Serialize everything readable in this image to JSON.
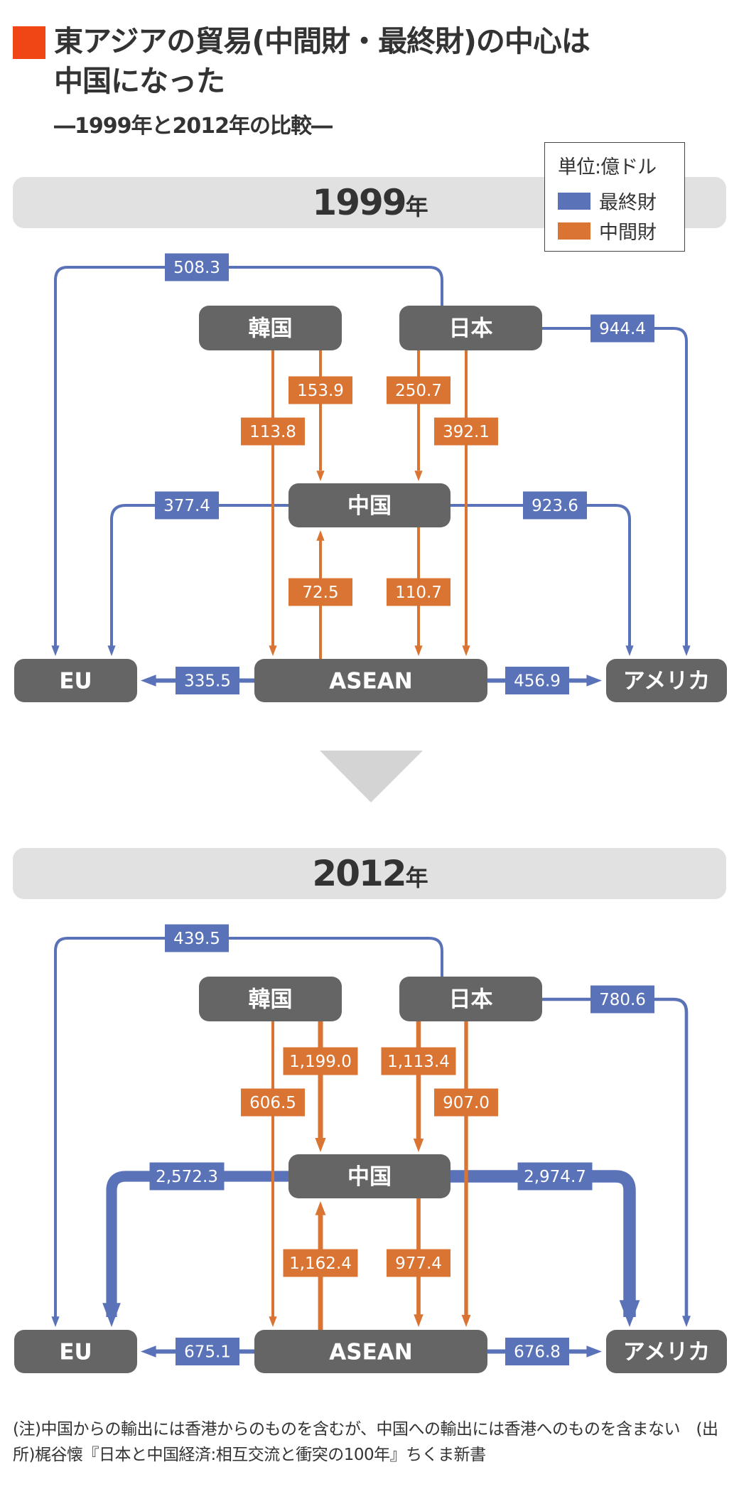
{
  "header": {
    "title_line1": "東アジアの貿易(中間財・最終財)の中心は",
    "title_line2": "中国になった",
    "subtitle": "―1999年と2012年の比較―",
    "accent_color": "#f04515"
  },
  "legend": {
    "unit": "単位:億ドル",
    "items": [
      {
        "label": "最終財",
        "color": "#5a72b8"
      },
      {
        "label": "中間財",
        "color": "#d97433"
      }
    ]
  },
  "nodes": {
    "korea": "韓国",
    "japan": "日本",
    "china": "中国",
    "eu": "EU",
    "asean": "ASEAN",
    "usa": "アメリカ"
  },
  "panels": [
    {
      "year": "1999",
      "year_suffix": "年",
      "flows": {
        "japan_eu": "508.3",
        "japan_usa": "944.4",
        "korea_china": "153.9",
        "japan_china": "250.7",
        "korea_asean": "113.8",
        "japan_asean": "392.1",
        "china_eu": "377.4",
        "china_usa": "923.6",
        "asean_china": "72.5",
        "china_asean": "110.7",
        "asean_eu": "335.5",
        "asean_usa": "456.9"
      }
    },
    {
      "year": "2012",
      "year_suffix": "年",
      "flows": {
        "japan_eu": "439.5",
        "japan_usa": "780.6",
        "korea_china": "1,199.0",
        "japan_china": "1,113.4",
        "korea_asean": "606.5",
        "japan_asean": "907.0",
        "china_eu": "2,572.3",
        "china_usa": "2,974.7",
        "asean_china": "1,162.4",
        "china_asean": "977.4",
        "asean_eu": "675.1",
        "asean_usa": "676.8"
      }
    }
  ],
  "chart_data": {
    "type": "flow-diagram",
    "unit": "億ドル",
    "categories": [
      "最終財",
      "中間財"
    ],
    "series": [
      {
        "name": "1999",
        "flows": [
          {
            "from": "日本",
            "to": "EU",
            "type": "最終財",
            "value": 508.3
          },
          {
            "from": "日本",
            "to": "アメリカ",
            "type": "最終財",
            "value": 944.4
          },
          {
            "from": "韓国",
            "to": "中国",
            "type": "中間財",
            "value": 153.9
          },
          {
            "from": "日本",
            "to": "中国",
            "type": "中間財",
            "value": 250.7
          },
          {
            "from": "韓国",
            "to": "ASEAN",
            "type": "中間財",
            "value": 113.8
          },
          {
            "from": "日本",
            "to": "ASEAN",
            "type": "中間財",
            "value": 392.1
          },
          {
            "from": "中国",
            "to": "EU",
            "type": "最終財",
            "value": 377.4
          },
          {
            "from": "中国",
            "to": "アメリカ",
            "type": "最終財",
            "value": 923.6
          },
          {
            "from": "ASEAN",
            "to": "中国",
            "type": "中間財",
            "value": 72.5
          },
          {
            "from": "中国",
            "to": "ASEAN",
            "type": "中間財",
            "value": 110.7
          },
          {
            "from": "ASEAN",
            "to": "EU",
            "type": "最終財",
            "value": 335.5
          },
          {
            "from": "ASEAN",
            "to": "アメリカ",
            "type": "最終財",
            "value": 456.9
          }
        ]
      },
      {
        "name": "2012",
        "flows": [
          {
            "from": "日本",
            "to": "EU",
            "type": "最終財",
            "value": 439.5
          },
          {
            "from": "日本",
            "to": "アメリカ",
            "type": "最終財",
            "value": 780.6
          },
          {
            "from": "韓国",
            "to": "中国",
            "type": "中間財",
            "value": 1199.0
          },
          {
            "from": "日本",
            "to": "中国",
            "type": "中間財",
            "value": 1113.4
          },
          {
            "from": "韓国",
            "to": "ASEAN",
            "type": "中間財",
            "value": 606.5
          },
          {
            "from": "日本",
            "to": "ASEAN",
            "type": "中間財",
            "value": 907.0
          },
          {
            "from": "中国",
            "to": "EU",
            "type": "最終財",
            "value": 2572.3
          },
          {
            "from": "中国",
            "to": "アメリカ",
            "type": "最終財",
            "value": 2974.7
          },
          {
            "from": "ASEAN",
            "to": "中国",
            "type": "中間財",
            "value": 1162.4
          },
          {
            "from": "中国",
            "to": "ASEAN",
            "type": "中間財",
            "value": 977.4
          },
          {
            "from": "ASEAN",
            "to": "EU",
            "type": "最終財",
            "value": 675.1
          },
          {
            "from": "ASEAN",
            "to": "アメリカ",
            "type": "最終財",
            "value": 676.8
          }
        ]
      }
    ]
  },
  "colors": {
    "final_goods": "#5a72b8",
    "intermediate_goods": "#d97433",
    "node": "#656565"
  },
  "note": "(注)中国からの輸出には香港からのものを含むが、中国への輸出には香港へのものを含まない　(出所)梶谷懐『日本と中国経済:相互交流と衝突の100年』ちくま新書"
}
